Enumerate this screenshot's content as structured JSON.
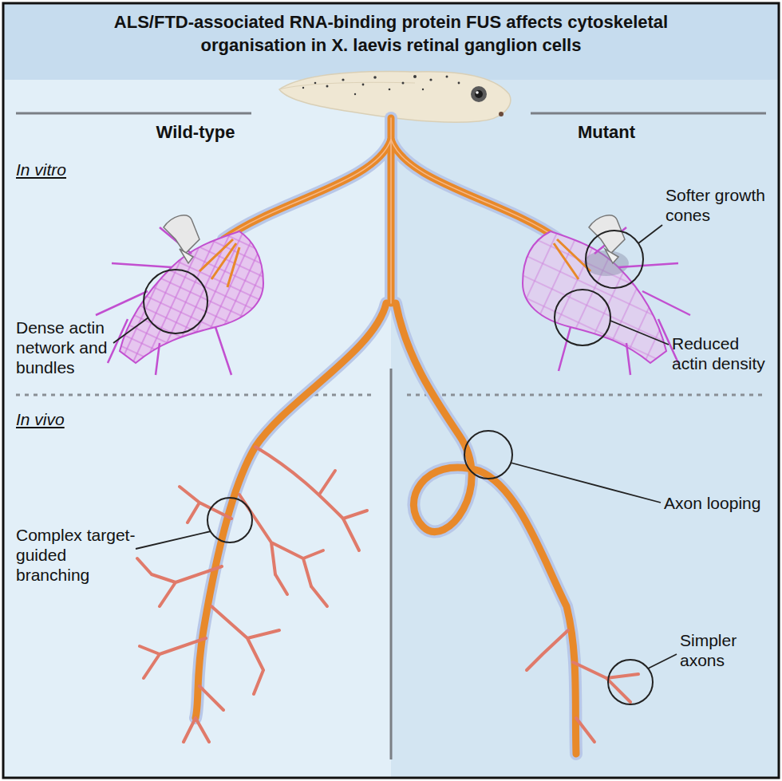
{
  "diagram": {
    "title": "ALS/FTD-associated RNA-binding protein FUS affects cytoskeletal organisation in X. laevis retinal ganglion cells",
    "labels": [
      "Wild-type",
      "Mutant",
      "In vitro",
      "In vivo",
      "Dense actin network and bundles",
      "Softer growth cones",
      "Reduced actin density",
      "Complex target-guided branching",
      "Axon looping",
      "Simpler axons"
    ]
  }
}
